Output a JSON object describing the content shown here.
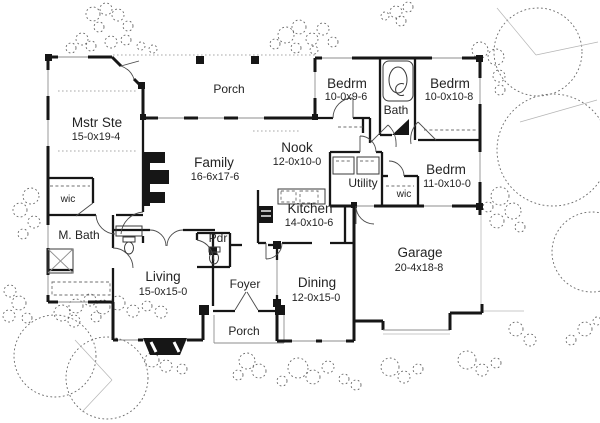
{
  "plan": {
    "rooms": {
      "porch_top": {
        "label": "Porch"
      },
      "mstr_ste": {
        "label": "Mstr Ste",
        "dims": "15-0x19-4"
      },
      "family": {
        "label": "Family",
        "dims": "16-6x17-6"
      },
      "nook": {
        "label": "Nook",
        "dims": "12-0x10-0"
      },
      "bedrm1": {
        "label": "Bedrm",
        "dims": "10-0x9-6"
      },
      "bath": {
        "label": "Bath"
      },
      "bedrm2": {
        "label": "Bedrm",
        "dims": "10-0x10-8"
      },
      "bedrm3": {
        "label": "Bedrm",
        "dims": "11-0x10-0"
      },
      "utility": {
        "label": "Utility"
      },
      "wic_right": {
        "label": "wic"
      },
      "wic_left": {
        "label": "wic"
      },
      "m_bath": {
        "label": "M. Bath"
      },
      "kitchen": {
        "label": "Kitchen",
        "dims": "14-0x10-6"
      },
      "pdr": {
        "label": "Pdr"
      },
      "living": {
        "label": "Living",
        "dims": "15-0x15-0"
      },
      "foyer": {
        "label": "Foyer"
      },
      "dining": {
        "label": "Dining",
        "dims": "12-0x15-0"
      },
      "garage": {
        "label": "Garage",
        "dims": "20-4x18-8"
      },
      "porch_bottom": {
        "label": "Porch"
      }
    }
  },
  "colors": {
    "ink": "#161616",
    "background": "#ffffff",
    "foliage": "#676767"
  }
}
